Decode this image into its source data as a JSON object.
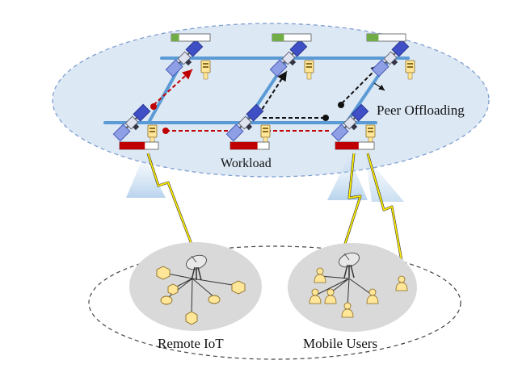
{
  "labels": {
    "peer_offloading": "Peer Offloading",
    "workload": "Workload",
    "remote_iot": "Remote IoT",
    "mobile_users": "Mobile Users"
  },
  "colors": {
    "orbit_fill": "#dde8f5",
    "orbit_stroke": "#7f9fd0",
    "isl_link": "#5b9bd5",
    "offload_red": "#c00000",
    "offload_black": "#111111",
    "load_high": "#c00000",
    "load_low": "#70ad47",
    "ground_fill": "#d9d9d9",
    "lightning": "#ffee00",
    "user_fill": "#ffe699"
  },
  "satellites": [
    {
      "id": "sat-top-1",
      "load": 0.2,
      "load_level": "low"
    },
    {
      "id": "sat-top-2",
      "load": 0.3,
      "load_level": "low"
    },
    {
      "id": "sat-top-3",
      "load": 0.3,
      "load_level": "low"
    },
    {
      "id": "sat-bottom-1",
      "load": 0.65,
      "load_level": "high"
    },
    {
      "id": "sat-bottom-2",
      "load": 0.7,
      "load_level": "high"
    },
    {
      "id": "sat-bottom-3",
      "load": 0.6,
      "load_level": "high"
    }
  ],
  "icons": {
    "satellite": "satellite-icon",
    "edge_server": "server-icon",
    "ground_station": "satellite-dish-icon",
    "iot_device": "iot-device-icon",
    "user": "user-icon"
  }
}
